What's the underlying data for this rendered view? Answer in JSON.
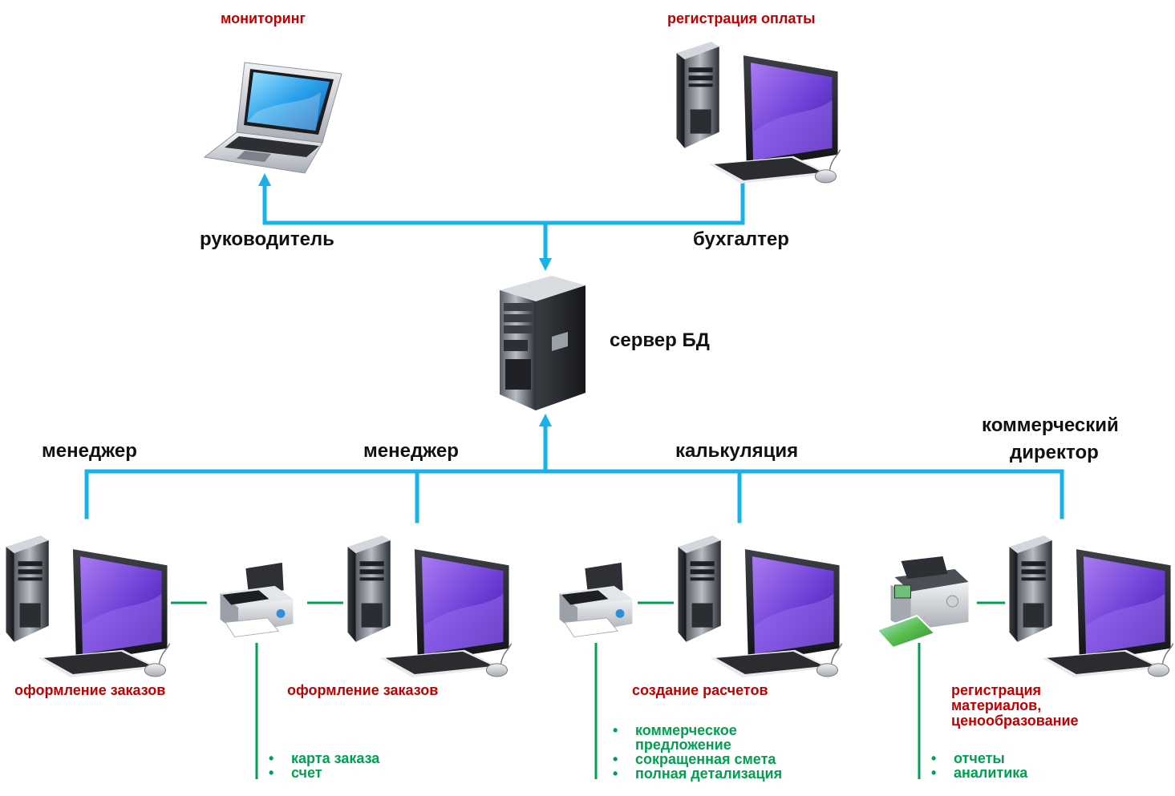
{
  "colors": {
    "network": "#1ab0e8",
    "local": "#00a050",
    "function": "#c00000",
    "role": "#111111"
  },
  "top": {
    "director": {
      "icon": "laptop-icon",
      "function": "мониторинг",
      "role": "руководитель"
    },
    "accountant": {
      "icon": "desktop-computer-icon",
      "function": "регистрация оплаты",
      "role": "бухгалтер"
    }
  },
  "server": {
    "icon": "server-tower-icon",
    "label": "сервер БД"
  },
  "roles": {
    "manager1": "менеджер",
    "manager2": "менеджер",
    "calc": "калькуляция",
    "commercial_1": "коммерческий",
    "commercial_2": "директор"
  },
  "functions": {
    "orders1": "оформление заказов",
    "orders2": "оформление заказов",
    "calc": "создание расчетов",
    "commercial_1": "регистрация",
    "commercial_2": "материалов,",
    "commercial_3": "ценообразование"
  },
  "outputs": {
    "printer1": [
      "карта заказа",
      "счет"
    ],
    "printer2": [
      "коммерческое",
      "предложение",
      "сокращенная смета",
      "полная детализация"
    ],
    "printer3": [
      "отчеты",
      "аналитика"
    ]
  }
}
